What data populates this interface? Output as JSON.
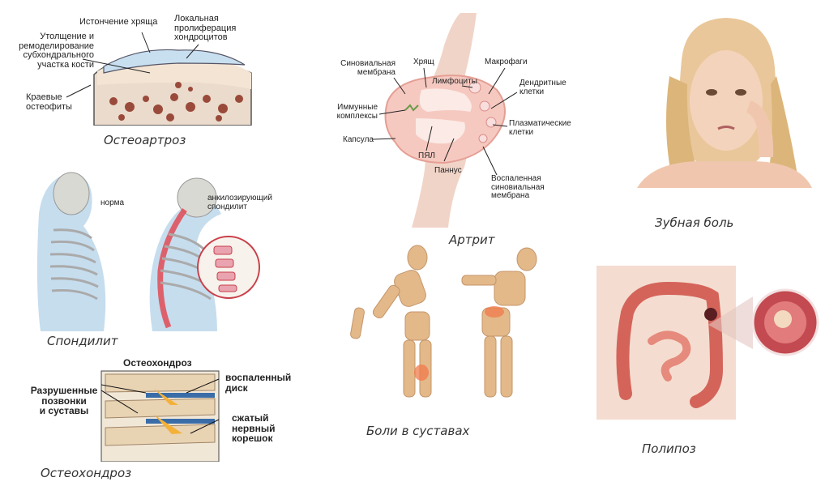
{
  "osteoarthrosis": {
    "caption": "Остеоартроз",
    "label_thinning": "Истончение хряща",
    "label_proliferation": [
      "Локальная",
      "пролиферация",
      "хондроцитов"
    ],
    "label_thickening": [
      "Утолщение и",
      "ремоделирование",
      "субхондрального",
      "участка кости"
    ],
    "label_osteophytes": [
      "Краевые",
      "остеофиты"
    ]
  },
  "arthritis": {
    "caption": "Артрит",
    "label_synovial": [
      "Синовиальная",
      "мембрана"
    ],
    "label_cartilage": "Хрящ",
    "label_lymphocytes": "Лимфоциты",
    "label_macrophages": "Макрофаги",
    "label_dendritic": [
      "Дендритные",
      "клетки"
    ],
    "label_immune": [
      "Иммунные",
      "комплексы"
    ],
    "label_plasma": [
      "Плазматические",
      "клетки"
    ],
    "label_capsule": "Капсула",
    "label_pmn": "ПЯЛ",
    "label_pannus": "Паннус",
    "label_inflamed": [
      "Воспаленная",
      "синовиальная",
      "мембрана"
    ]
  },
  "toothache": {
    "caption": "Зубная боль"
  },
  "spondylitis": {
    "caption": "Спондилит",
    "label_norm": "норма",
    "label_ankylosing": [
      "анкилозирующий",
      "спондилит"
    ]
  },
  "joint_pain": {
    "caption": "Боли в суставах"
  },
  "polyposis": {
    "caption": "Полипоз"
  },
  "osteochondrosis": {
    "caption": "Остеохондроз",
    "title": "Остеохондроз",
    "label_destroyed": [
      "Разрушенные",
      "позвонки",
      "и суставы"
    ],
    "label_disc": [
      "воспаленный",
      "диск"
    ],
    "label_root": [
      "сжатый",
      "нервный",
      "корешок"
    ]
  }
}
